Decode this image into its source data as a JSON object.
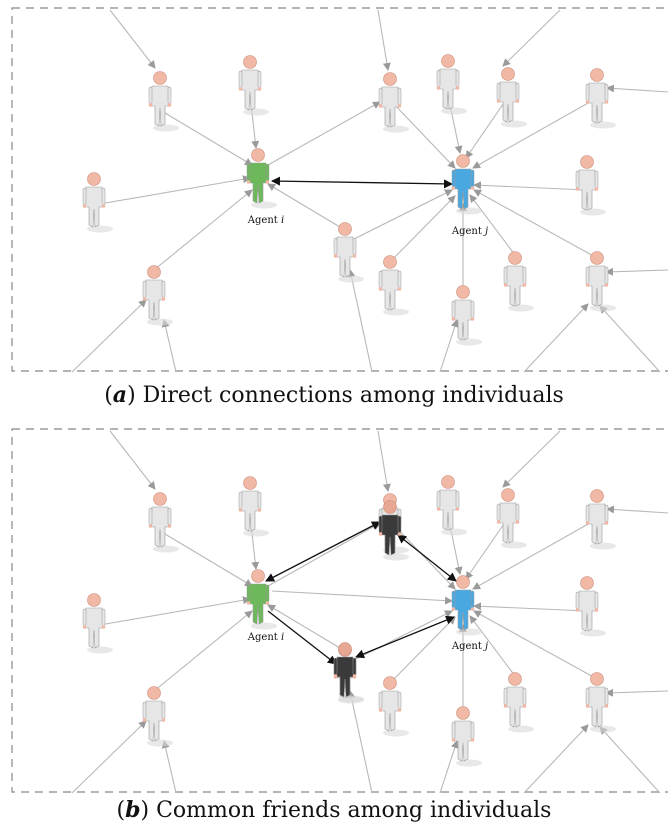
{
  "panels": [
    {
      "id": "a",
      "letter": "a",
      "caption": "Direct connections among individuals",
      "agent_i_label": "Agent",
      "agent_i_var": "i",
      "agent_j_label": "Agent",
      "agent_j_var": "j",
      "common_friends": 0
    },
    {
      "id": "b",
      "letter": "b",
      "caption": "Common friends among individuals",
      "agent_i_label": "Agent",
      "agent_i_var": "i",
      "agent_j_label": "Agent",
      "agent_j_var": "j",
      "common_friends": 2
    }
  ],
  "colors": {
    "agent_i": "#6db85a",
    "agent_j": "#4aa8e0",
    "common_friend": "#3a3a3a",
    "person": "#e6e6e6",
    "head": "#f2b8a6",
    "edge": "#b8b8b8",
    "strong_edge": "#111111",
    "frame": "#888888"
  }
}
